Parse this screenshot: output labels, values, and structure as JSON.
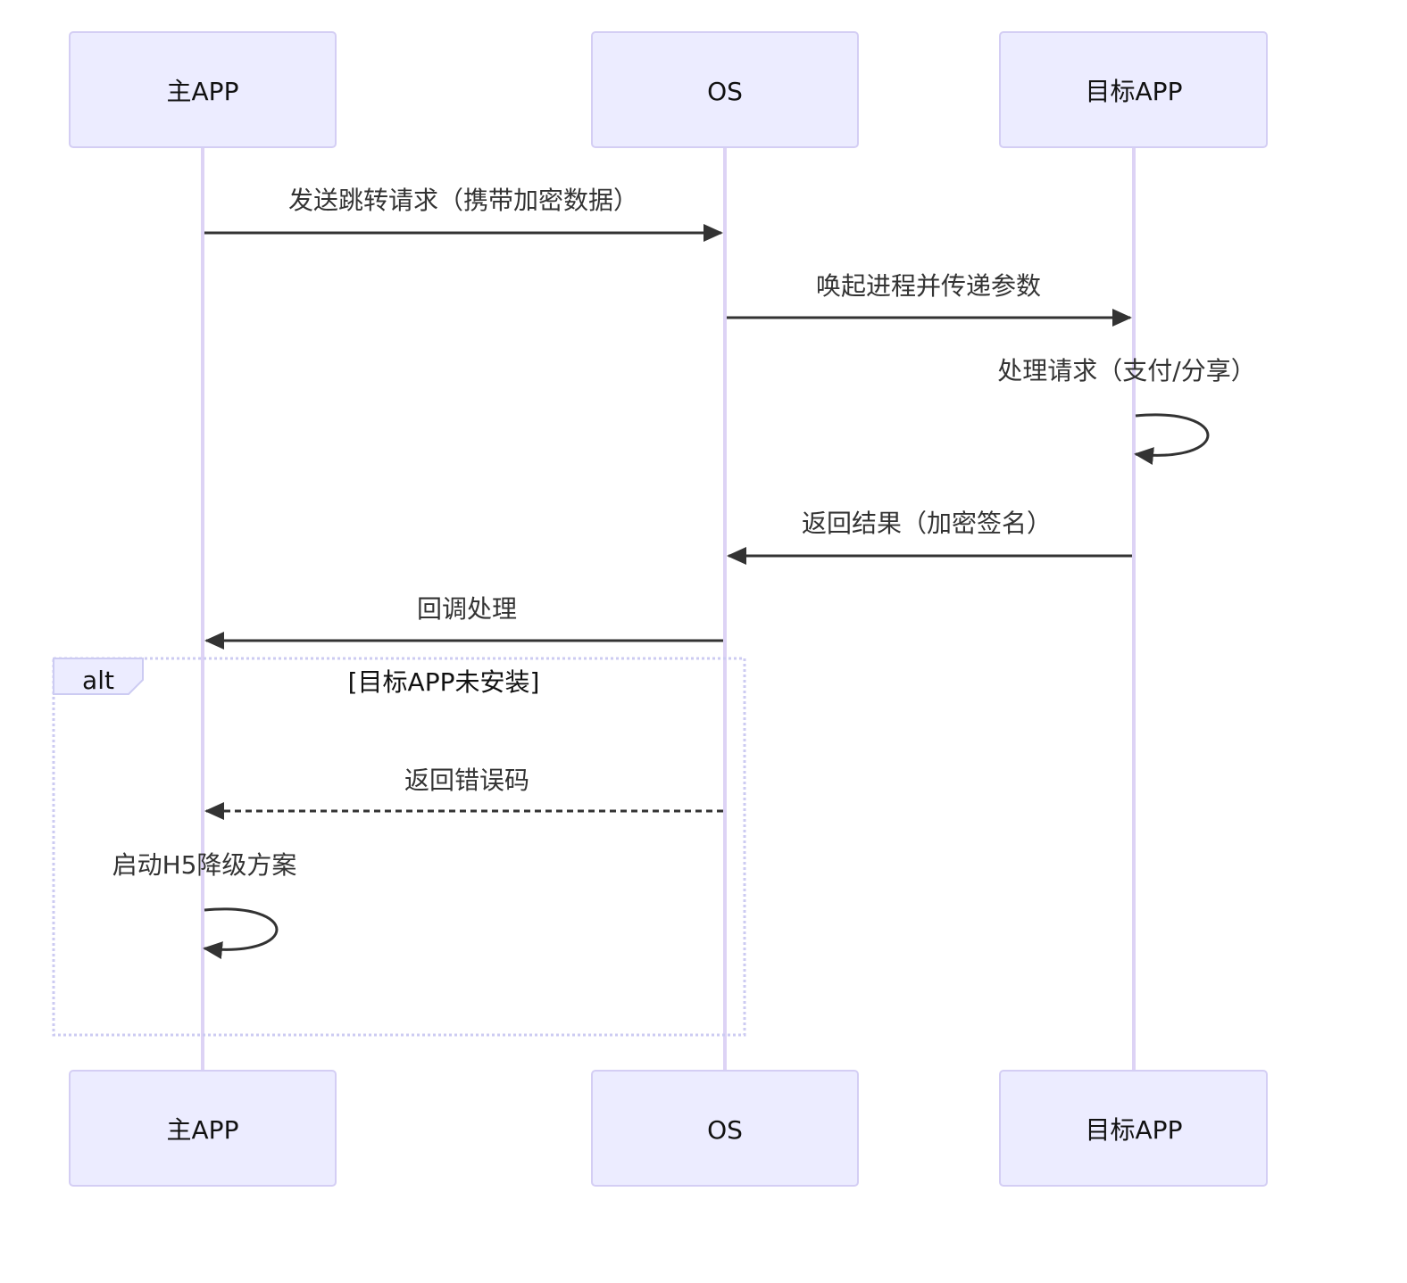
{
  "actors": [
    {
      "id": "main",
      "label": "主APP"
    },
    {
      "id": "os",
      "label": "OS"
    },
    {
      "id": "target",
      "label": "目标APP"
    }
  ],
  "messages": [
    {
      "from": "main",
      "to": "os",
      "label": "发送跳转请求（携带加密数据）",
      "style": "solid"
    },
    {
      "from": "os",
      "to": "target",
      "label": "唤起进程并传递参数",
      "style": "solid"
    },
    {
      "from": "target",
      "to": "target",
      "label": "处理请求（支付/分享）",
      "style": "solid"
    },
    {
      "from": "target",
      "to": "os",
      "label": "返回结果（加密签名）",
      "style": "solid"
    },
    {
      "from": "os",
      "to": "main",
      "label": "回调处理",
      "style": "solid"
    },
    {
      "from": "os",
      "to": "main",
      "label": "返回错误码",
      "style": "dashed"
    },
    {
      "from": "main",
      "to": "main",
      "label": "启动H5降级方案",
      "style": "solid"
    }
  ],
  "alt_block": {
    "keyword": "alt",
    "condition": "[目标APP未安装]"
  },
  "colors": {
    "actor_fill": "#ececff",
    "actor_stroke": "#d4cef4",
    "lifeline": "#ddd3f5",
    "arrow": "#333333"
  }
}
